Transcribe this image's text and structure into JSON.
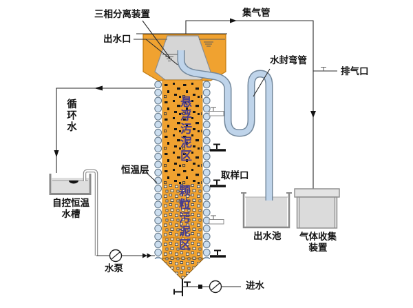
{
  "diagram": {
    "title_hint": "UASB anaerobic reactor schematic",
    "labels": {
      "three_phase_separator": "三相分离装置",
      "water_outlet": "出水口",
      "gas_collection_pipe": "集气管",
      "water_seal_bend_pipe": "水封弯管",
      "exhaust_port": "排气口",
      "circulating_water": "循环水",
      "constant_temperature_layer": "恒温层",
      "sampling_port": "取样口",
      "auto_thermostat_tank_line1": "自控恒温",
      "auto_thermostat_tank_line2": "水槽",
      "suspended_sludge_zone": "悬浮污泥区",
      "granular_sludge_zone": "颗粒污泥区",
      "water_pump": "水泵",
      "effluent_pool": "出水池",
      "gas_collection_device_line1": "气体收集",
      "gas_collection_device_line2": "装置",
      "influent": "进水"
    },
    "colors": {
      "reactor_orange": "#F0A230",
      "reactor_orange_edge": "#C07A10",
      "sludge_divider_orange": "#D8891E",
      "pipe_blue": "#BFD4EA",
      "pipe_blue_edge": "#73889C",
      "bubble_fill": "#CCDEEF",
      "bubble_edge": "#5F7486",
      "vessel_gray": "#D9D9D9",
      "vessel_gray_edge": "#8A8A8A",
      "zone_text": "#473C8F",
      "line": "#2B2B2B"
    }
  }
}
